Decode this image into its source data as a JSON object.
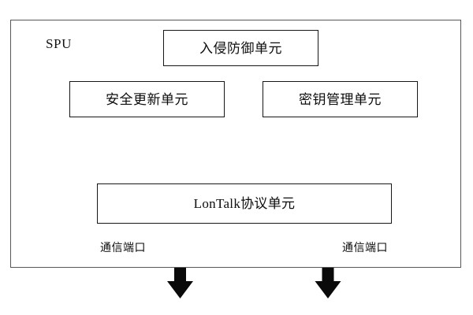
{
  "diagram": {
    "title": "SPU",
    "frame_label": "SPU",
    "background_color": "#ffffff",
    "line_color": "#161616",
    "frame_border_color": "#555759",
    "nodes": [
      {
        "id": "intrusion-prevention-unit",
        "label": "入侵防御单元"
      },
      {
        "id": "security-update-unit",
        "label": "安全更新单元"
      },
      {
        "id": "key-management-unit",
        "label": "密钥管理单元"
      },
      {
        "id": "lontalk-protocol-unit",
        "label": "LonTalk协议单元"
      }
    ],
    "ports": [
      {
        "id": "communication-port-left",
        "label": "通信端口"
      },
      {
        "id": "communication-port-right",
        "label": "通信端口"
      }
    ]
  }
}
